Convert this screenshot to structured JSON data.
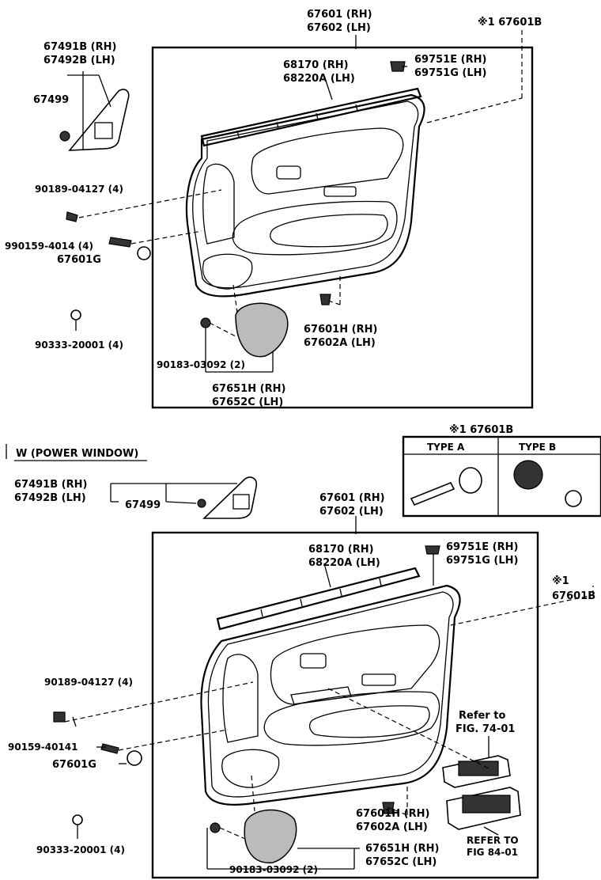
{
  "top": {
    "panel_no": "67601 (RH)",
    "panel_no_lh": "67602 (LH)",
    "ref_mark": "※1 67601B",
    "trim_rh": "67491B (RH)",
    "trim_lh": "67492B (LH)",
    "screw_a": "67499",
    "weather_rh": "68170  (RH)",
    "weather_lh": "68220A (LH)",
    "clip_rh": "69751E (RH)",
    "clip_lh": "69751G (LH)",
    "screw_b": "90189-04127 (4)",
    "screw_c": "990159-4014 (4)",
    "cap": "67601G",
    "nut": "90333-20001 (4)",
    "pocket_rh": "67601H (RH)",
    "pocket_lh": "67602A (LH)",
    "screw_d": "90183-03092 (2)",
    "speaker_rh": "67651H (RH)",
    "speaker_lh": "67652C (LH)"
  },
  "bottom": {
    "section_title": "W (POWER WINDOW)",
    "ref_box_title": "※1 67601B",
    "type_a": "TYPE A",
    "type_b": "TYPE B",
    "trim_rh": "67491B (RH)",
    "trim_lh": "67492B (LH)",
    "screw_a": "67499",
    "panel_no": "67601 (RH)",
    "panel_no_lh": "67602 (LH)",
    "weather_rh": "68170  (RH)",
    "weather_lh": "68220A (LH)",
    "clip_rh": "69751E (RH)",
    "clip_lh": "69751G (LH)",
    "ref_mark": "※1",
    "ref_mark_no": "67601B",
    "screw_b": "90189-04127 (4)",
    "screw_c": "90159-40141",
    "cap": "67601G",
    "refer_1": "Refer to",
    "refer_1b": "FIG. 74-01",
    "nut": "90333-20001 (4)",
    "pocket_rh": "67601H (RH)",
    "pocket_lh": "67602A (LH)",
    "screw_d": "90183-03092 (2)",
    "speaker_rh": "67651H (RH)",
    "speaker_lh": "67652C (LH)",
    "refer_2": "REFER TO",
    "refer_2b": "FIG 84-01"
  }
}
